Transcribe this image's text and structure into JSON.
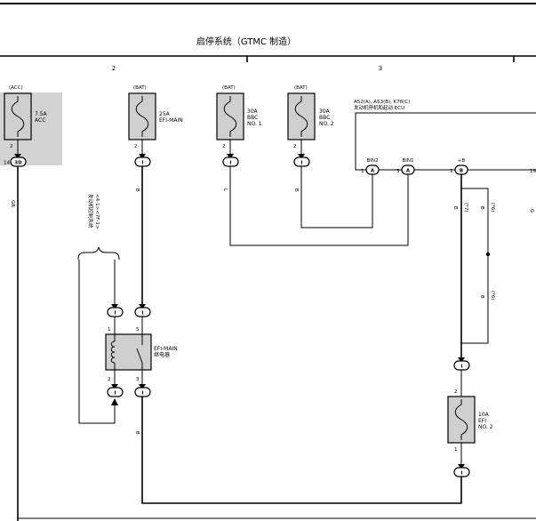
{
  "title": "启停系统（GTMC 制造）",
  "sections": [
    "2",
    "3"
  ],
  "fuses": [
    {
      "id": "acc",
      "source": "(ACC)",
      "rating": "7.5A",
      "name": "ACC",
      "name2": "",
      "pin": "2"
    },
    {
      "id": "efimain",
      "source": "(BAT)",
      "rating": "25A",
      "name": "EFI-MAIN",
      "name2": "",
      "pin": "2"
    },
    {
      "id": "bbc1",
      "source": "(BAT)",
      "rating": "30A",
      "name": "BBC",
      "name2": "NO. 1",
      "pin": "2"
    },
    {
      "id": "bbc2",
      "source": "(BAT)",
      "rating": "30A",
      "name": "BBC",
      "name2": "NO. 2",
      "pin": "2"
    },
    {
      "id": "efi2",
      "source": "",
      "rating": "10A",
      "name": "EFI",
      "name2": "NO. 2",
      "pin": "2",
      "pin_bottom": "1"
    }
  ],
  "ecu": {
    "title1": "A52(A), A53(B), K78(C)",
    "title2": "发动机停机和起动 ECU",
    "pins": [
      {
        "label": "BIN2",
        "num": "1",
        "conn": "A"
      },
      {
        "label": "BIN1",
        "num": "3",
        "conn": "A"
      },
      {
        "label": "+B",
        "num": "1",
        "conn": "B"
      }
    ],
    "edge_num": "19"
  },
  "acc_connector": {
    "num": "14",
    "code": "3D"
  },
  "relay": {
    "name": "EFI-MAIN",
    "name2": "继电器",
    "pin_tl": "1",
    "pin_tr": "5",
    "pin_bl": "2",
    "pin_br": "3"
  },
  "engine_control": {
    "label": "发动机控制系统",
    "sub": "<4-1><7F-1>"
  },
  "connector_glyph": "I",
  "wire_codes": {
    "acc_wire": "GR",
    "efimain_wire": "B",
    "bbc1_wire": "L",
    "bbc2_wire": "B",
    "plusb_wire": "B",
    "plusb_tag": "(*7)",
    "branch_wire": "B",
    "branch_tag": "(*6)",
    "branch2_wire": "B",
    "branch2_tag": "(*6)",
    "relay_out_wire": "B",
    "edge_wire": "G"
  }
}
